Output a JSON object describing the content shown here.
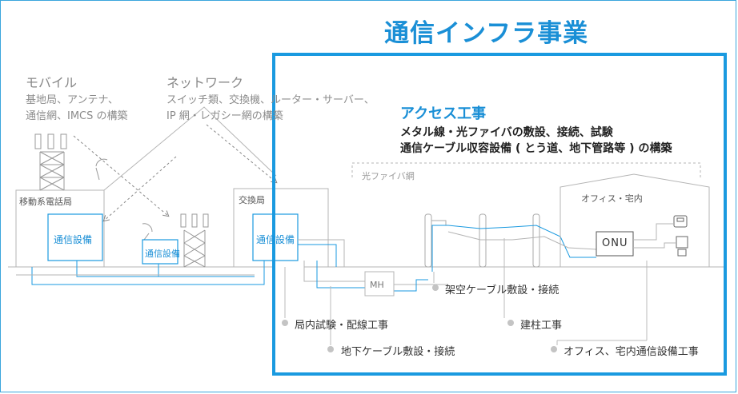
{
  "title": "通信インフラ事業",
  "mobile": {
    "heading": "モバイル",
    "desc_lines": [
      "基地局、アンテナ、",
      "通信網、IMCS の構築"
    ]
  },
  "network": {
    "heading": "ネットワーク",
    "desc_lines": [
      "スイッチ類、交換機、ルーター・サーバー、",
      "IP 網・レガシー網の構築"
    ]
  },
  "access": {
    "heading": "アクセス工事",
    "desc_lines": [
      "メタル線・光ファイバの敷設、接続、試験",
      "通信ケーブル収容設備 ( とう道、地下管路等 ) の構築"
    ]
  },
  "labels": {
    "mobile_station": "移動系電話局",
    "exchange": "交換局",
    "comm_equipment": "通信設備",
    "fiber_network": "光ファイバ網",
    "office_home": "オフィス・宅内",
    "onu": "ONU",
    "mh": "MH"
  },
  "callouts": [
    "架空ケーブル敷設・接続",
    "局内試験・配線工事",
    "建柱工事",
    "地下ケーブル敷設・接続",
    "オフィス、宅内通信設備工事"
  ],
  "colors": {
    "accent_blue": "#1a9ae0",
    "line_grey": "#b4b4b4",
    "text_grey": "#8c8c8c"
  }
}
